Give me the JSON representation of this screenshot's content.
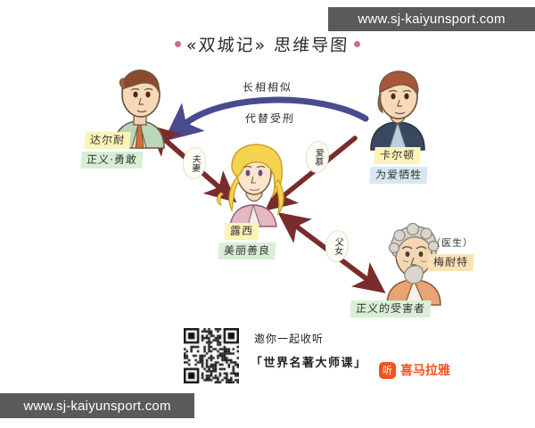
{
  "page": {
    "background": "#ffffff",
    "title": "«双城记» 思维导图",
    "title_dot_color": "#c9717c"
  },
  "watermarks": {
    "top": "www.sj-kaiyunsport.com",
    "bottom": "www.sj-kaiyunsport.com",
    "bg_color": "#5a5a5a",
    "text_color": "#ffffff"
  },
  "nodes": [
    {
      "id": "darnay",
      "name": "达尔耐",
      "trait": "正义·勇敢",
      "name_chip_color": "#fbf3b8",
      "trait_chip_color": "#d8efd6",
      "portrait": "young-man-green-jacket"
    },
    {
      "id": "carton",
      "name": "卡尔顿",
      "trait": "为爱牺牲",
      "name_chip_color": "#fbf3b8",
      "trait_chip_color": "#d6e8f2",
      "portrait": "young-man-blue-jacket"
    },
    {
      "id": "lucie",
      "name": "露西",
      "trait": "美丽善良",
      "name_chip_color": "#fbf3b8",
      "trait_chip_color": "#d8efd6",
      "portrait": "blonde-woman"
    },
    {
      "id": "manette",
      "name": "梅耐特",
      "role": "（医生）",
      "trait": "正义的受害者",
      "name_chip_color": "#fbe2b6",
      "trait_chip_color": "#d8efd6",
      "portrait": "old-man-gray-beard"
    }
  ],
  "arc": {
    "label_top": "长相相似",
    "label_bottom": "代替受刑",
    "color": "#4a4a8f"
  },
  "edges": [
    {
      "id": "darnay-lucie",
      "label": "夫妻",
      "color": "#7a2b2b"
    },
    {
      "id": "carton-lucie",
      "label": "爱慕",
      "color": "#7a2b2b"
    },
    {
      "id": "lucie-manette",
      "label": "父女",
      "color": "#7a2b2b"
    }
  ],
  "footer": {
    "invite": "邀你一起收听",
    "course": "「世界名著大师课」",
    "brand_icon": "听",
    "brand_name": "喜马拉雅",
    "brand_color": "#f3531f"
  }
}
